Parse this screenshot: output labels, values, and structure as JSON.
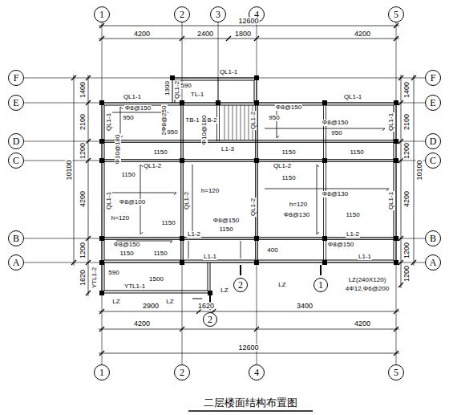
{
  "diagram": {
    "title": "二层楼面结构布置图",
    "nodes": [
      {
        "text": [
          "1"
        ]
      },
      {
        "text": [
          "2"
        ]
      },
      {
        "text": [
          "3"
        ]
      },
      {
        "text": [
          "4"
        ]
      },
      {
        "text": [
          "5"
        ]
      },
      {
        "text": [
          "1"
        ]
      },
      {
        "text": [
          "2"
        ]
      },
      {
        "text": [
          "4"
        ]
      },
      {
        "text": [
          "5"
        ]
      },
      {
        "text": [
          "F"
        ]
      },
      {
        "text": [
          "E"
        ]
      },
      {
        "text": [
          "D"
        ]
      },
      {
        "text": [
          "C"
        ]
      },
      {
        "text": [
          "B"
        ]
      },
      {
        "text": [
          "A"
        ]
      },
      {
        "text": [
          "F"
        ]
      },
      {
        "text": [
          "E"
        ]
      },
      {
        "text": [
          "D"
        ]
      },
      {
        "text": [
          "C"
        ]
      },
      {
        "text": [
          "B"
        ]
      },
      {
        "text": [
          "A"
        ]
      },
      {
        "text": [
          "2"
        ]
      },
      {
        "text": [
          "1"
        ]
      },
      {
        "text": [
          "2"
        ]
      }
    ],
    "edges": [
      {
        "from": 0,
        "to": 5,
        "arrow": "none"
      },
      {
        "from": 1,
        "to": 6,
        "arrow": "none"
      },
      {
        "from": 3,
        "to": 7,
        "arrow": "none"
      },
      {
        "from": 4,
        "to": 8,
        "arrow": "none"
      },
      {
        "from": 9,
        "to": 15,
        "arrow": "none"
      },
      {
        "from": 10,
        "to": 16,
        "arrow": "none"
      },
      {
        "from": 11,
        "to": 17,
        "arrow": "none"
      },
      {
        "from": 12,
        "to": 18,
        "arrow": "none"
      },
      {
        "from": 13,
        "to": 19,
        "arrow": "none"
      },
      {
        "from": 14,
        "to": 20,
        "arrow": "none"
      }
    ],
    "labels": [
      "12600",
      "4200",
      "2400",
      "1800",
      "4200",
      "1400",
      "2100",
      "1200",
      "4200",
      "1200",
      "1620",
      "10100",
      "1400",
      "2100",
      "1200",
      "4200",
      "1200",
      "1200",
      "10100",
      "2900",
      "1620",
      "3400",
      "4200",
      "4200",
      "12600",
      "QL1-1",
      "QL1-1",
      "QL1-1",
      "QL1-1",
      "QL1-1",
      "QL1-1",
      "QL1-2",
      "QL1-2",
      "QL1-2",
      "QL1-2",
      "QL1-2",
      "QL1-2",
      "L1-3",
      "L1-2",
      "L1-2",
      "L1-1",
      "L1-1",
      "TL-1",
      "TB-1",
      "TB-2",
      "QL1-1",
      "YTL1-2",
      "YTL1-1",
      "LZ",
      "LZ",
      "LZ",
      "LZ",
      "LZ(240X120)",
      "4Φ12,Φ6@200",
      "h=120",
      "h=120",
      "h=120",
      "Φ8@150",
      "950",
      "2Φ8@250",
      "950",
      "1300",
      "590",
      "Φ8@150",
      "950",
      "Φ8@150",
      "950",
      "Φ10@180",
      "1150",
      "1150",
      "1150",
      "1150",
      "1150",
      "Φ10@180",
      "Φ8@100",
      "Φ8@130",
      "Φ8@130",
      "1150",
      "1150",
      "Φ8@150",
      "1150",
      "Φ8@150",
      "1150",
      "1150",
      "400",
      "1500",
      "590",
      "Φ8@150"
    ]
  }
}
